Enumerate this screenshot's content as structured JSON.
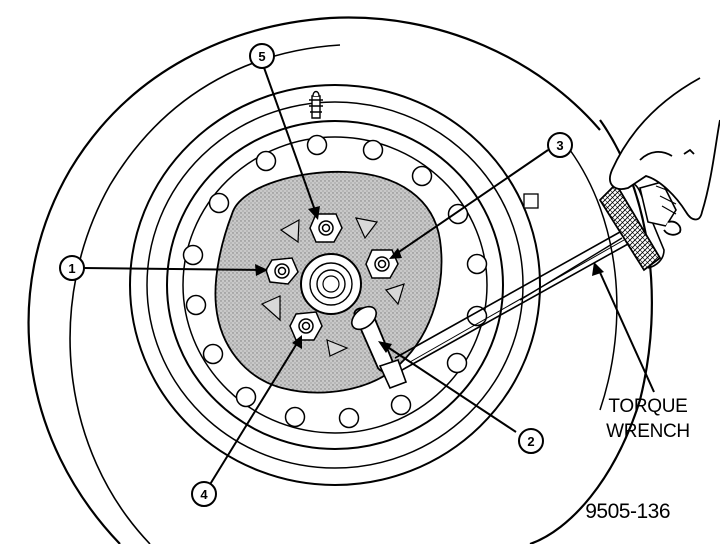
{
  "callouts": {
    "c1": "1",
    "c2": "2",
    "c3": "3",
    "c4": "4",
    "c5": "5"
  },
  "tool_label": {
    "line1": "TORQUE",
    "line2": "WRENCH"
  },
  "figure_id": "9505-136",
  "colors": {
    "ink": "#000000",
    "paper": "#ffffff",
    "hub_shade": "#bdbdbd"
  }
}
